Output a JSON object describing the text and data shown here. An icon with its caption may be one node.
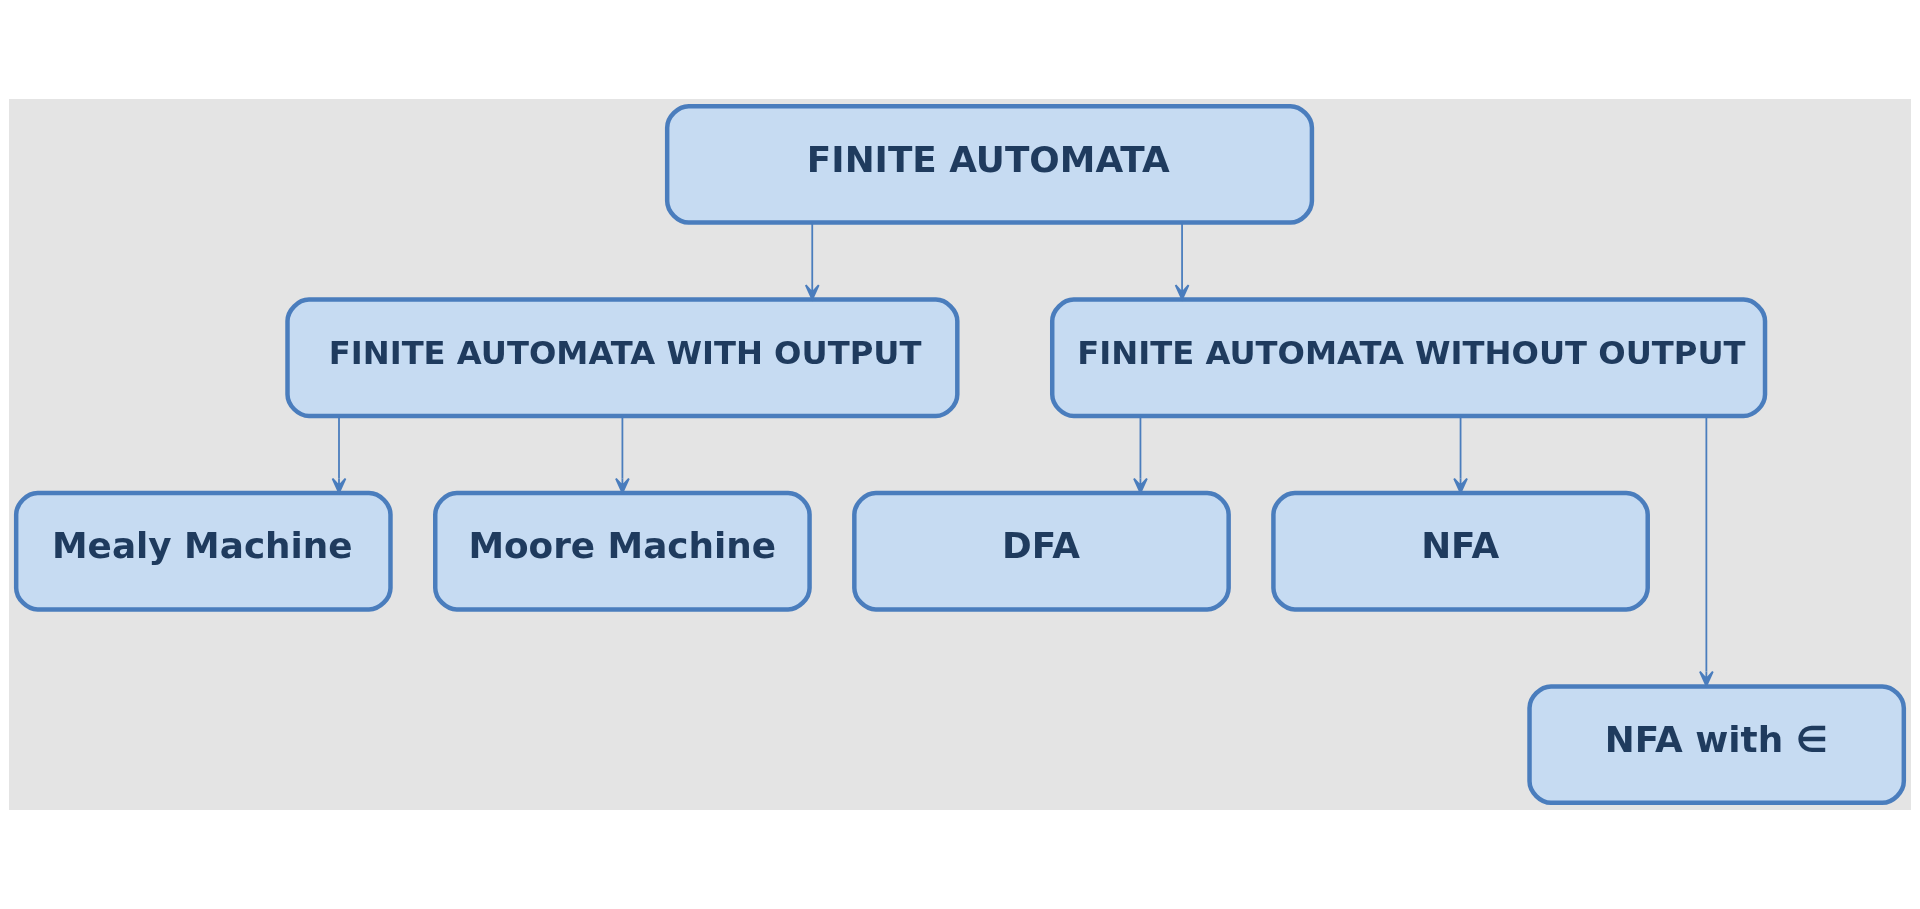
{
  "diagram": {
    "nodes": [
      {
        "text": [
          "FINITE AUTOMATA"
        ]
      },
      {
        "text": [
          "FINITE AUTOMATA WITH OUTPUT"
        ]
      },
      {
        "text": [
          "FINITE AUTOMATA WITHOUT OUTPUT"
        ]
      },
      {
        "text": [
          "Mealy Machine"
        ]
      },
      {
        "text": [
          "Moore Machine"
        ]
      },
      {
        "text": [
          "DFA"
        ]
      },
      {
        "text": [
          "NFA"
        ]
      },
      {
        "text": [
          "NFA with ∈"
        ]
      }
    ],
    "edges": [
      {
        "from": 0,
        "to": 1,
        "arrow": "to"
      },
      {
        "from": 0,
        "to": 2,
        "arrow": "to"
      },
      {
        "from": 1,
        "to": 3,
        "arrow": "to"
      },
      {
        "from": 1,
        "to": 4,
        "arrow": "to"
      },
      {
        "from": 2,
        "to": 5,
        "arrow": "to"
      },
      {
        "from": 2,
        "to": 7,
        "arrow": "to"
      },
      {
        "from": 2,
        "to": 6,
        "arrow": "to"
      }
    ]
  }
}
